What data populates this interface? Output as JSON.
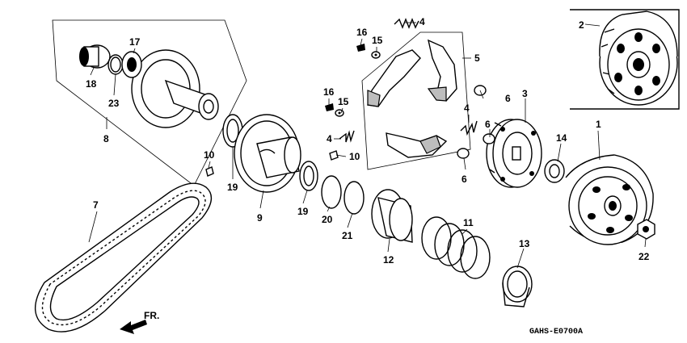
{
  "diagram_code": "GAHS-E0700A",
  "direction_mark": "FR.",
  "callouts": [
    {
      "id": "c1",
      "num": "1"
    },
    {
      "id": "c2",
      "num": "2"
    },
    {
      "id": "c3",
      "num": "3"
    },
    {
      "id": "c4a",
      "num": "4"
    },
    {
      "id": "c4b",
      "num": "4"
    },
    {
      "id": "c4c",
      "num": "4"
    },
    {
      "id": "c5",
      "num": "5"
    },
    {
      "id": "c6a",
      "num": "6"
    },
    {
      "id": "c6b",
      "num": "6"
    },
    {
      "id": "c6c",
      "num": "6"
    },
    {
      "id": "c7",
      "num": "7"
    },
    {
      "id": "c8",
      "num": "8"
    },
    {
      "id": "c9",
      "num": "9"
    },
    {
      "id": "c10a",
      "num": "10"
    },
    {
      "id": "c10b",
      "num": "10"
    },
    {
      "id": "c11",
      "num": "11"
    },
    {
      "id": "c12",
      "num": "12"
    },
    {
      "id": "c13",
      "num": "13"
    },
    {
      "id": "c14",
      "num": "14"
    },
    {
      "id": "c15a",
      "num": "15"
    },
    {
      "id": "c15b",
      "num": "15"
    },
    {
      "id": "c16a",
      "num": "16"
    },
    {
      "id": "c16b",
      "num": "16"
    },
    {
      "id": "c17",
      "num": "17"
    },
    {
      "id": "c18",
      "num": "18"
    },
    {
      "id": "c19a",
      "num": "19"
    },
    {
      "id": "c19b",
      "num": "19"
    },
    {
      "id": "c20",
      "num": "20"
    },
    {
      "id": "c21",
      "num": "21"
    },
    {
      "id": "c22",
      "num": "22"
    },
    {
      "id": "c23",
      "num": "23"
    }
  ]
}
